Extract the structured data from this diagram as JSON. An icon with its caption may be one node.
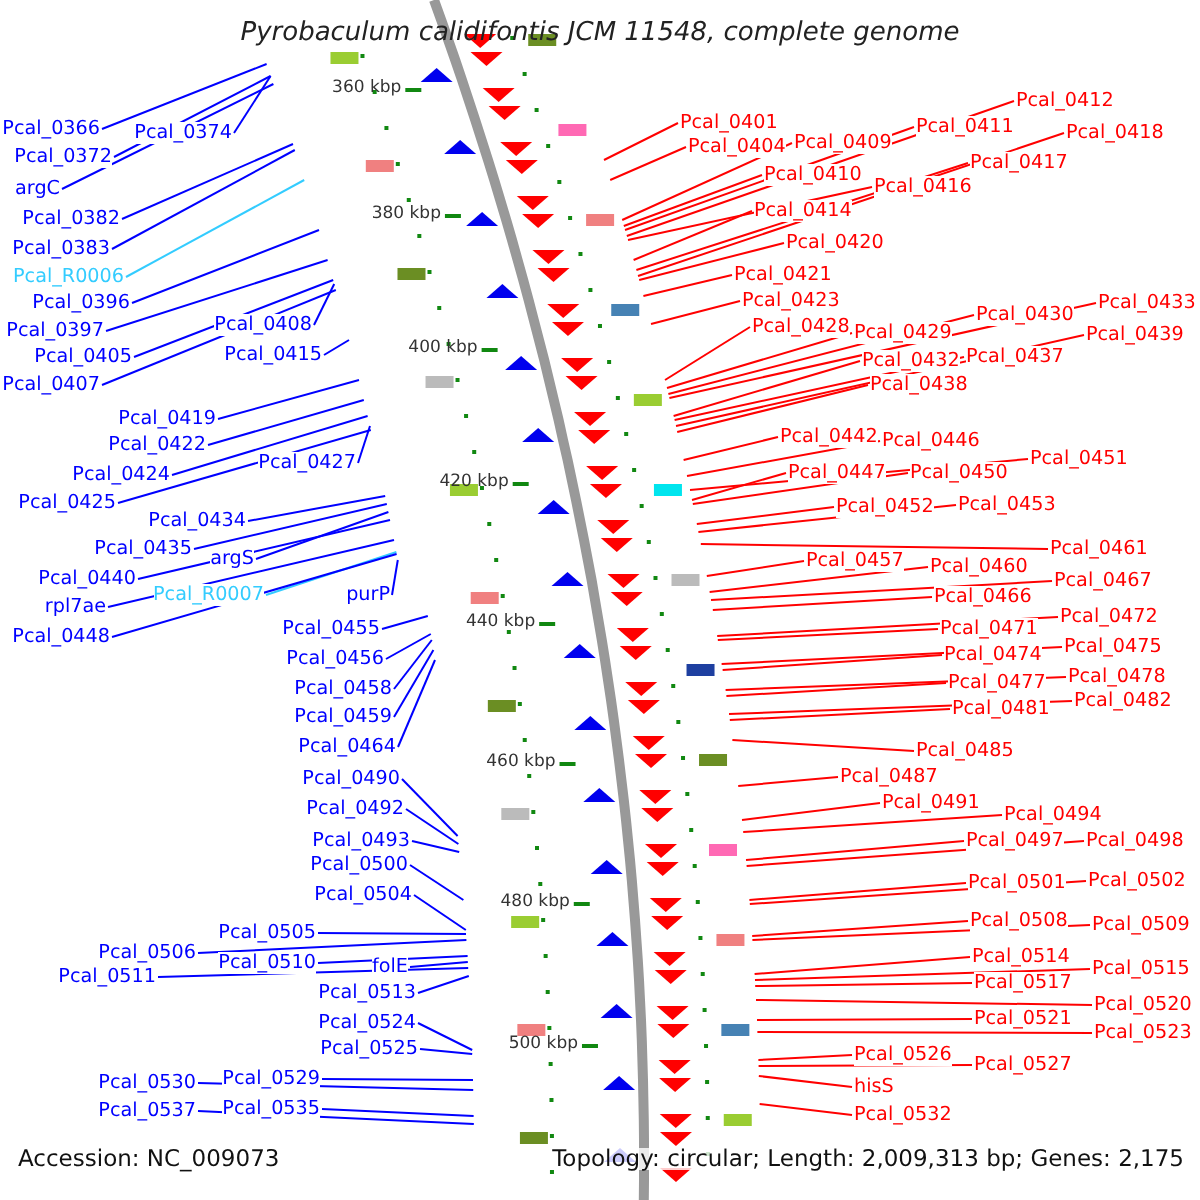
{
  "diagram": {
    "title": "Pyrobaculum calidifontis JCM 11548, complete genome",
    "nodes": [
      {
        "text": [
          "Pcal_0366"
        ]
      },
      {
        "text": [
          "Pcal_0372"
        ]
      },
      {
        "text": [
          "Pcal_0374"
        ]
      },
      {
        "text": [
          "argC"
        ]
      },
      {
        "text": [
          "Pcal_0382"
        ]
      },
      {
        "text": [
          "Pcal_0383"
        ]
      },
      {
        "text": [
          "Pcal_R0006"
        ]
      },
      {
        "text": [
          "Pcal_0396"
        ]
      },
      {
        "text": [
          "Pcal_0397"
        ]
      },
      {
        "text": [
          "Pcal_0405"
        ]
      },
      {
        "text": [
          "Pcal_0408"
        ]
      },
      {
        "text": [
          "Pcal_0407"
        ]
      },
      {
        "text": [
          "Pcal_0415"
        ]
      },
      {
        "text": [
          "Pcal_0419"
        ]
      },
      {
        "text": [
          "Pcal_0422"
        ]
      },
      {
        "text": [
          "Pcal_0424"
        ]
      },
      {
        "text": [
          "Pcal_0427"
        ]
      },
      {
        "text": [
          "Pcal_0425"
        ]
      },
      {
        "text": [
          "Pcal_0434"
        ]
      },
      {
        "text": [
          "Pcal_0435"
        ]
      },
      {
        "text": [
          "argS"
        ]
      },
      {
        "text": [
          "Pcal_0440"
        ]
      },
      {
        "text": [
          "rpl7ae"
        ]
      },
      {
        "text": [
          "Pcal_R0007"
        ]
      },
      {
        "text": [
          "purP"
        ]
      },
      {
        "text": [
          "Pcal_0448"
        ]
      },
      {
        "text": [
          "Pcal_0455"
        ]
      },
      {
        "text": [
          "Pcal_0456"
        ]
      },
      {
        "text": [
          "Pcal_0458"
        ]
      },
      {
        "text": [
          "Pcal_0459"
        ]
      },
      {
        "text": [
          "Pcal_0464"
        ]
      },
      {
        "text": [
          "Pcal_0490"
        ]
      },
      {
        "text": [
          "Pcal_0492"
        ]
      },
      {
        "text": [
          "Pcal_0493"
        ]
      },
      {
        "text": [
          "Pcal_0500"
        ]
      },
      {
        "text": [
          "Pcal_0504"
        ]
      },
      {
        "text": [
          "Pcal_0505"
        ]
      },
      {
        "text": [
          "Pcal_0506"
        ]
      },
      {
        "text": [
          "Pcal_0510"
        ]
      },
      {
        "text": [
          "folE"
        ]
      },
      {
        "text": [
          "Pcal_0511"
        ]
      },
      {
        "text": [
          "Pcal_0513"
        ]
      },
      {
        "text": [
          "Pcal_0524"
        ]
      },
      {
        "text": [
          "Pcal_0525"
        ]
      },
      {
        "text": [
          "Pcal_0530"
        ]
      },
      {
        "text": [
          "Pcal_0529"
        ]
      },
      {
        "text": [
          "Pcal_0537"
        ]
      },
      {
        "text": [
          "Pcal_0535"
        ]
      },
      {
        "text": [
          "Pcal_0401"
        ]
      },
      {
        "text": [
          "Pcal_0404"
        ]
      },
      {
        "text": [
          "Pcal_0409"
        ]
      },
      {
        "text": [
          "Pcal_0410"
        ]
      },
      {
        "text": [
          "Pcal_0411"
        ]
      },
      {
        "text": [
          "Pcal_0412"
        ]
      },
      {
        "text": [
          "Pcal_0416"
        ]
      },
      {
        "text": [
          "Pcal_0417"
        ]
      },
      {
        "text": [
          "Pcal_0418"
        ]
      },
      {
        "text": [
          "Pcal_0414"
        ]
      },
      {
        "text": [
          "Pcal_0420"
        ]
      },
      {
        "text": [
          "Pcal_0421"
        ]
      },
      {
        "text": [
          "Pcal_0423"
        ]
      },
      {
        "text": [
          "Pcal_0428"
        ]
      },
      {
        "text": [
          "Pcal_0429"
        ]
      },
      {
        "text": [
          "Pcal_0430"
        ]
      },
      {
        "text": [
          "Pcal_0433"
        ]
      },
      {
        "text": [
          "Pcal_0432"
        ]
      },
      {
        "text": [
          "Pcal_0437"
        ]
      },
      {
        "text": [
          "Pcal_0439"
        ]
      },
      {
        "text": [
          "Pcal_0438"
        ]
      },
      {
        "text": [
          "Pcal_0442"
        ]
      },
      {
        "text": [
          "Pcal_0446"
        ]
      },
      {
        "text": [
          "Pcal_0451"
        ]
      },
      {
        "text": [
          "Pcal_0447"
        ]
      },
      {
        "text": [
          "Pcal_0450"
        ]
      },
      {
        "text": [
          "Pcal_0452"
        ]
      },
      {
        "text": [
          "Pcal_0453"
        ]
      },
      {
        "text": [
          "Pcal_0461"
        ]
      },
      {
        "text": [
          "Pcal_0457"
        ]
      },
      {
        "text": [
          "Pcal_0460"
        ]
      },
      {
        "text": [
          "Pcal_0467"
        ]
      },
      {
        "text": [
          "Pcal_0466"
        ]
      },
      {
        "text": [
          "Pcal_0472"
        ]
      },
      {
        "text": [
          "Pcal_0471"
        ]
      },
      {
        "text": [
          "Pcal_0475"
        ]
      },
      {
        "text": [
          "Pcal_0474"
        ]
      },
      {
        "text": [
          "Pcal_0478"
        ]
      },
      {
        "text": [
          "Pcal_0477"
        ]
      },
      {
        "text": [
          "Pcal_0482"
        ]
      },
      {
        "text": [
          "Pcal_0481"
        ]
      },
      {
        "text": [
          "Pcal_0485"
        ]
      },
      {
        "text": [
          "Pcal_0487"
        ]
      },
      {
        "text": [
          "Pcal_0491"
        ]
      },
      {
        "text": [
          "Pcal_0494"
        ]
      },
      {
        "text": [
          "Pcal_0497"
        ]
      },
      {
        "text": [
          "Pcal_0498"
        ]
      },
      {
        "text": [
          "Pcal_0501"
        ]
      },
      {
        "text": [
          "Pcal_0502"
        ]
      },
      {
        "text": [
          "Pcal_0508"
        ]
      },
      {
        "text": [
          "Pcal_0509"
        ]
      },
      {
        "text": [
          "Pcal_0514"
        ]
      },
      {
        "text": [
          "Pcal_0515"
        ]
      },
      {
        "text": [
          "Pcal_0517"
        ]
      },
      {
        "text": [
          "Pcal_0520"
        ]
      },
      {
        "text": [
          "Pcal_0521"
        ]
      },
      {
        "text": [
          "Pcal_0523"
        ]
      },
      {
        "text": [
          "Pcal_0526"
        ]
      },
      {
        "text": [
          "Pcal_0527"
        ]
      },
      {
        "text": [
          "hisS"
        ]
      },
      {
        "text": [
          "Pcal_0532"
        ]
      }
    ],
    "edges": [
      {
        "from": 0,
        "to": null,
        "arrow": "none",
        "color": "#0000ff"
      },
      {
        "from": 1,
        "to": null,
        "arrow": "none",
        "color": "#0000ff"
      },
      {
        "from": 2,
        "to": null,
        "arrow": "none",
        "color": "#0000ff"
      },
      {
        "from": 3,
        "to": null,
        "arrow": "none",
        "color": "#0000ff"
      },
      {
        "from": 4,
        "to": null,
        "arrow": "none",
        "color": "#0000ff"
      },
      {
        "from": 5,
        "to": null,
        "arrow": "none",
        "color": "#0000ff"
      },
      {
        "from": 6,
        "to": null,
        "arrow": "none",
        "color": "#33ccff"
      },
      {
        "from": 7,
        "to": null,
        "arrow": "none",
        "color": "#0000ff"
      },
      {
        "from": 8,
        "to": null,
        "arrow": "none",
        "color": "#0000ff"
      },
      {
        "from": 9,
        "to": null,
        "arrow": "none",
        "color": "#0000ff"
      },
      {
        "from": 10,
        "to": null,
        "arrow": "none",
        "color": "#0000ff"
      },
      {
        "from": 11,
        "to": null,
        "arrow": "none",
        "color": "#0000ff"
      },
      {
        "from": 12,
        "to": null,
        "arrow": "none",
        "color": "#0000ff"
      },
      {
        "from": 13,
        "to": null,
        "arrow": "none",
        "color": "#0000ff"
      },
      {
        "from": 14,
        "to": null,
        "arrow": "none",
        "color": "#0000ff"
      },
      {
        "from": 15,
        "to": null,
        "arrow": "none",
        "color": "#0000ff"
      },
      {
        "from": 16,
        "to": null,
        "arrow": "none",
        "color": "#0000ff"
      },
      {
        "from": 17,
        "to": null,
        "arrow": "none",
        "color": "#0000ff"
      },
      {
        "from": 18,
        "to": null,
        "arrow": "none",
        "color": "#0000ff"
      },
      {
        "from": 19,
        "to": null,
        "arrow": "none",
        "color": "#0000ff"
      },
      {
        "from": 20,
        "to": null,
        "arrow": "none",
        "color": "#0000ff"
      },
      {
        "from": 21,
        "to": null,
        "arrow": "none",
        "color": "#0000ff"
      },
      {
        "from": 22,
        "to": null,
        "arrow": "none",
        "color": "#0000ff"
      },
      {
        "from": 23,
        "to": null,
        "arrow": "none",
        "color": "#33ccff"
      },
      {
        "from": 24,
        "to": null,
        "arrow": "none",
        "color": "#0000ff"
      },
      {
        "from": 25,
        "to": null,
        "arrow": "none",
        "color": "#0000ff"
      },
      {
        "from": 26,
        "to": null,
        "arrow": "none",
        "color": "#0000ff"
      },
      {
        "from": 27,
        "to": null,
        "arrow": "none",
        "color": "#0000ff"
      },
      {
        "from": 28,
        "to": null,
        "arrow": "none",
        "color": "#0000ff"
      },
      {
        "from": 29,
        "to": null,
        "arrow": "none",
        "color": "#0000ff"
      },
      {
        "from": 30,
        "to": null,
        "arrow": "none",
        "color": "#0000ff"
      },
      {
        "from": 31,
        "to": null,
        "arrow": "none",
        "color": "#0000ff"
      },
      {
        "from": 32,
        "to": null,
        "arrow": "none",
        "color": "#0000ff"
      },
      {
        "from": 33,
        "to": null,
        "arrow": "none",
        "color": "#0000ff"
      },
      {
        "from": 34,
        "to": null,
        "arrow": "none",
        "color": "#0000ff"
      },
      {
        "from": 35,
        "to": null,
        "arrow": "none",
        "color": "#0000ff"
      },
      {
        "from": 36,
        "to": null,
        "arrow": "none",
        "color": "#0000ff"
      },
      {
        "from": 37,
        "to": null,
        "arrow": "none",
        "color": "#0000ff"
      },
      {
        "from": 38,
        "to": null,
        "arrow": "none",
        "color": "#0000ff"
      },
      {
        "from": 39,
        "to": null,
        "arrow": "none",
        "color": "#0000ff"
      },
      {
        "from": 40,
        "to": null,
        "arrow": "none",
        "color": "#0000ff"
      },
      {
        "from": 41,
        "to": null,
        "arrow": "none",
        "color": "#0000ff"
      },
      {
        "from": 42,
        "to": null,
        "arrow": "none",
        "color": "#0000ff"
      },
      {
        "from": 43,
        "to": null,
        "arrow": "none",
        "color": "#0000ff"
      },
      {
        "from": 44,
        "to": null,
        "arrow": "none",
        "color": "#0000ff"
      },
      {
        "from": 45,
        "to": null,
        "arrow": "none",
        "color": "#0000ff"
      },
      {
        "from": 46,
        "to": null,
        "arrow": "none",
        "color": "#0000ff"
      },
      {
        "from": 47,
        "to": null,
        "arrow": "none",
        "color": "#0000ff"
      },
      {
        "from": 48,
        "to": null,
        "arrow": "none"
      },
      {
        "from": 49,
        "to": null,
        "arrow": "none"
      },
      {
        "from": 50,
        "to": null,
        "arrow": "none"
      },
      {
        "from": 51,
        "to": null,
        "arrow": "none"
      },
      {
        "from": 52,
        "to": null,
        "arrow": "none"
      },
      {
        "from": 53,
        "to": null,
        "arrow": "none"
      },
      {
        "from": 54,
        "to": null,
        "arrow": "none"
      },
      {
        "from": 55,
        "to": null,
        "arrow": "none"
      },
      {
        "from": 56,
        "to": null,
        "arrow": "none"
      },
      {
        "from": 57,
        "to": null,
        "arrow": "none"
      },
      {
        "from": 58,
        "to": null,
        "arrow": "none"
      },
      {
        "from": 59,
        "to": null,
        "arrow": "none"
      },
      {
        "from": 60,
        "to": null,
        "arrow": "none"
      },
      {
        "from": 61,
        "to": null,
        "arrow": "none"
      },
      {
        "from": 62,
        "to": null,
        "arrow": "none"
      },
      {
        "from": 63,
        "to": null,
        "arrow": "none"
      },
      {
        "from": 64,
        "to": null,
        "arrow": "none"
      },
      {
        "from": 65,
        "to": null,
        "arrow": "none"
      },
      {
        "from": 66,
        "to": null,
        "arrow": "none"
      },
      {
        "from": 67,
        "to": null,
        "arrow": "none"
      },
      {
        "from": 68,
        "to": null,
        "arrow": "none"
      },
      {
        "from": 69,
        "to": null,
        "arrow": "none"
      },
      {
        "from": 70,
        "to": null,
        "arrow": "none"
      },
      {
        "from": 71,
        "to": null,
        "arrow": "none"
      },
      {
        "from": 72,
        "to": null,
        "arrow": "none"
      },
      {
        "from": 73,
        "to": null,
        "arrow": "none"
      },
      {
        "from": 74,
        "to": null,
        "arrow": "none"
      },
      {
        "from": 75,
        "to": null,
        "arrow": "none"
      },
      {
        "from": 76,
        "to": null,
        "arrow": "none"
      },
      {
        "from": 77,
        "to": null,
        "arrow": "none"
      },
      {
        "from": 78,
        "to": null,
        "arrow": "none"
      },
      {
        "from": 79,
        "to": null,
        "arrow": "none"
      },
      {
        "from": 80,
        "to": null,
        "arrow": "none"
      },
      {
        "from": 81,
        "to": null,
        "arrow": "none"
      },
      {
        "from": 82,
        "to": null,
        "arrow": "none"
      },
      {
        "from": 83,
        "to": null,
        "arrow": "none"
      },
      {
        "from": 84,
        "to": null,
        "arrow": "none"
      },
      {
        "from": 85,
        "to": null,
        "arrow": "none"
      },
      {
        "from": 86,
        "to": null,
        "arrow": "none"
      },
      {
        "from": 87,
        "to": null,
        "arrow": "none"
      },
      {
        "from": 88,
        "to": null,
        "arrow": "none"
      },
      {
        "from": 89,
        "to": null,
        "arrow": "none"
      },
      {
        "from": 90,
        "to": null,
        "arrow": "none"
      },
      {
        "from": 91,
        "to": null,
        "arrow": "none"
      },
      {
        "from": 92,
        "to": null,
        "arrow": "none"
      },
      {
        "from": 93,
        "to": null,
        "arrow": "none"
      },
      {
        "from": 94,
        "to": null,
        "arrow": "none"
      },
      {
        "from": 95,
        "to": null,
        "arrow": "none"
      },
      {
        "from": 96,
        "to": null,
        "arrow": "none"
      },
      {
        "from": 97,
        "to": null,
        "arrow": "none"
      },
      {
        "from": 98,
        "to": null,
        "arrow": "none"
      },
      {
        "from": 99,
        "to": null,
        "arrow": "none"
      },
      {
        "from": 100,
        "to": null,
        "arrow": "none"
      },
      {
        "from": 101,
        "to": null,
        "arrow": "none"
      },
      {
        "from": 102,
        "to": null,
        "arrow": "none"
      },
      {
        "from": 103,
        "to": null,
        "arrow": "none"
      },
      {
        "from": 104,
        "to": null,
        "arrow": "none"
      },
      {
        "from": 105,
        "to": null,
        "arrow": "none"
      },
      {
        "from": 106,
        "to": null,
        "arrow": "none"
      },
      {
        "from": 107,
        "to": null,
        "arrow": "none"
      },
      {
        "from": 108,
        "to": null,
        "arrow": "none"
      }
    ],
    "labels": [
      "360 kbp",
      "380 kbp",
      "400 kbp",
      "420 kbp",
      "440 kbp",
      "460 kbp",
      "480 kbp",
      "500 kbp",
      "Accession: NC_009073",
      "Topology: circular; Length: 2,009,313 bp; Genes: 2,175"
    ]
  }
}
